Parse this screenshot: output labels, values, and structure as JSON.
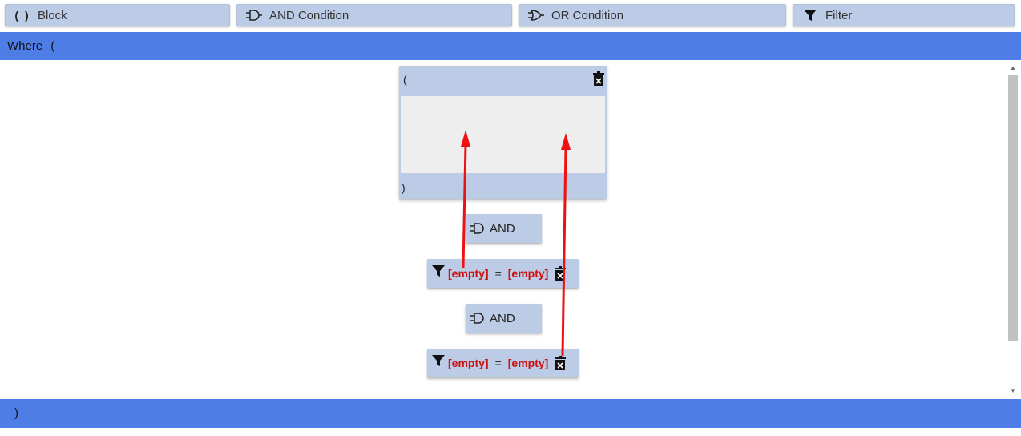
{
  "toolbar": {
    "block_label": "Block",
    "block_glyph": "( )",
    "and_label": "AND Condition",
    "or_label": "OR Condition",
    "filter_label": "Filter"
  },
  "where": {
    "label": "Where",
    "open_paren": "("
  },
  "block": {
    "open_paren": "(",
    "close_paren": ")"
  },
  "connectors": [
    {
      "label": "AND"
    },
    {
      "label": "AND"
    }
  ],
  "filters": [
    {
      "left": "[empty]",
      "operator": "=",
      "right": "[empty]"
    },
    {
      "left": "[empty]",
      "operator": "=",
      "right": "[empty]"
    }
  ],
  "footer": {
    "close_paren": ")"
  },
  "colors": {
    "accent_bar": "#4f7de6",
    "button_bg": "#bccbe6",
    "empty_text": "#cc1111",
    "annotation_arrow": "#ee1111"
  },
  "icons": {
    "block": "parentheses-icon",
    "and": "and-gate-icon",
    "or": "or-gate-icon",
    "filter": "funnel-icon",
    "delete": "trash-icon"
  }
}
